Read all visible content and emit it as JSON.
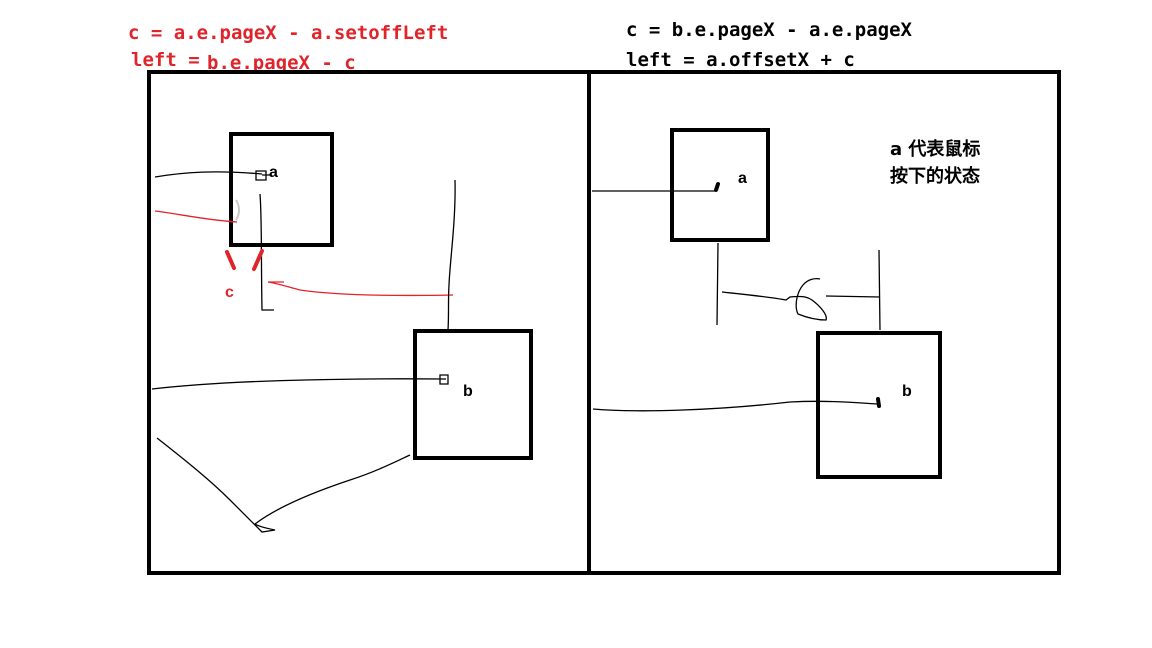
{
  "left_panel": {
    "formula_c": "c = a.e.pageX - a.setoffLeft",
    "formula_left_prefix": "left =",
    "formula_left_suffix": "b.e.pageX - c",
    "box_a_label": "a",
    "box_b_label": "b",
    "c_label": "c"
  },
  "right_panel": {
    "formula_c": "c = b.e.pageX - a.e.pageX",
    "formula_left": "left = a.offsetX + c",
    "box_a_label": "a",
    "box_b_label": "b",
    "legend_line1": "a 代表鼠标",
    "legend_line2": "按下的状态"
  },
  "colors": {
    "accent_red": "#e0242a",
    "ink": "#000000"
  }
}
